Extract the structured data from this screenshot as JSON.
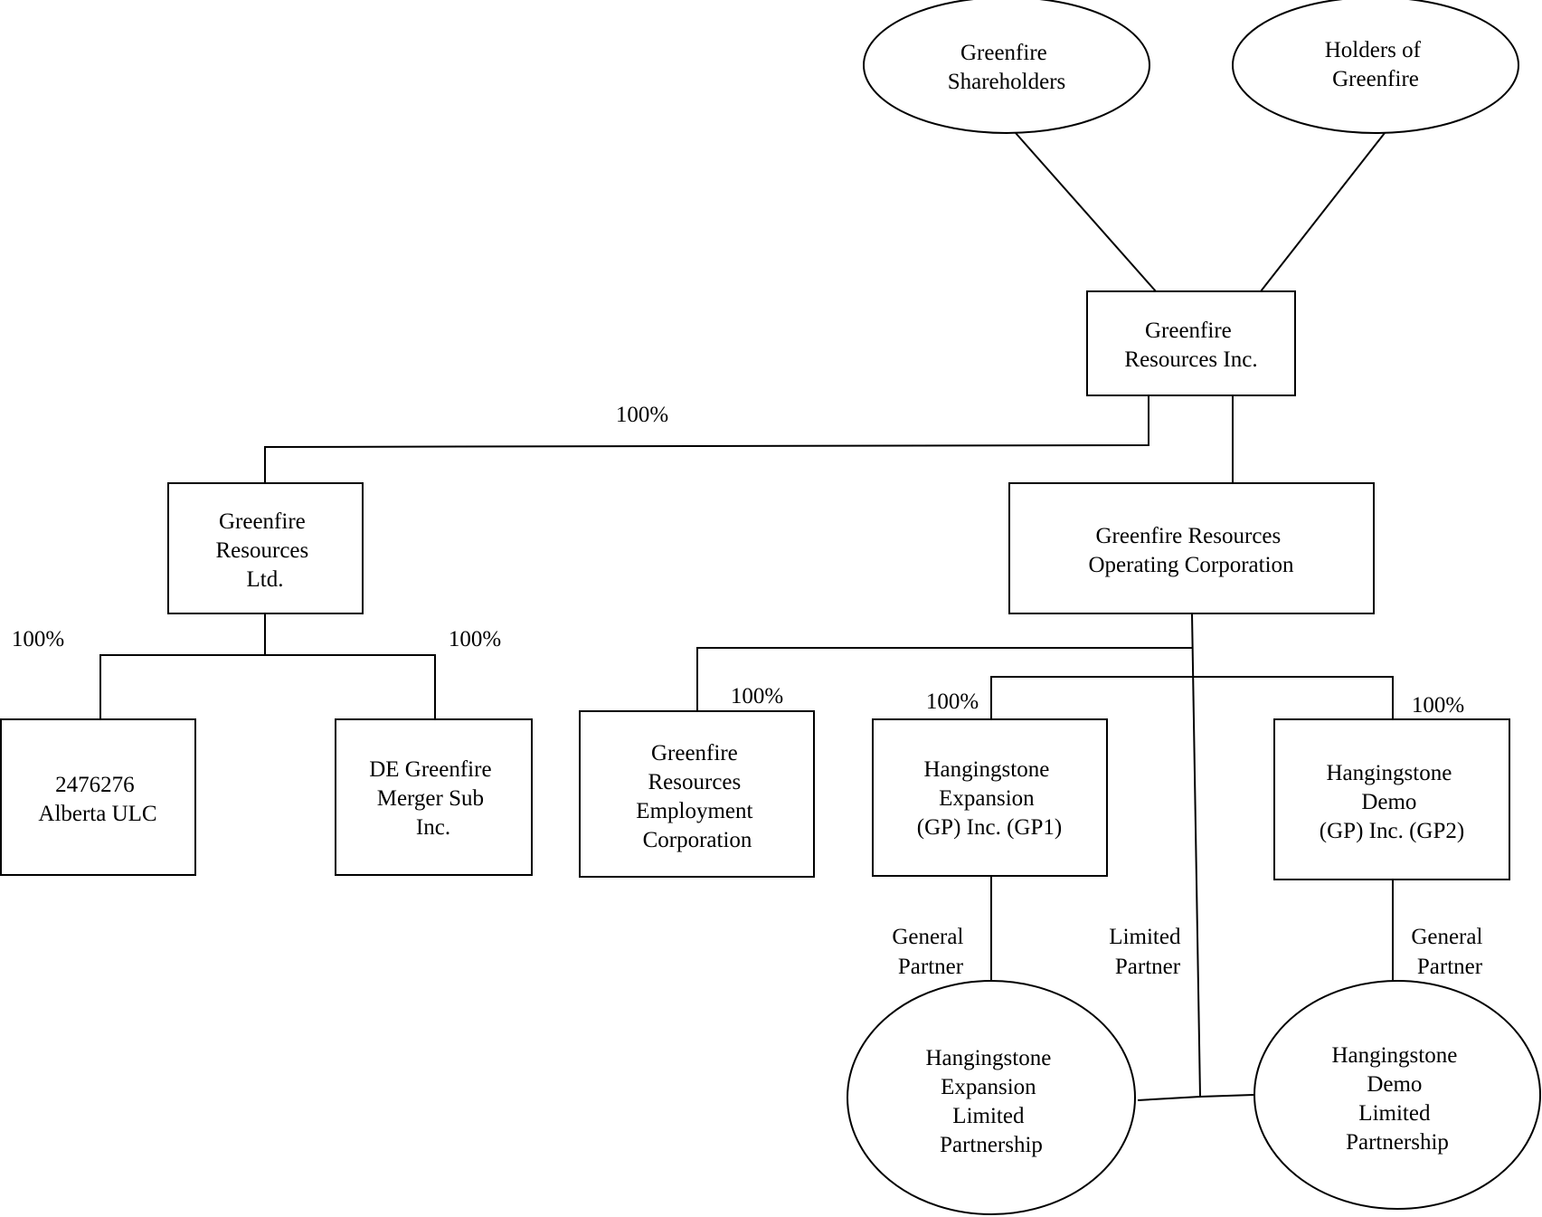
{
  "nodes": {
    "shareholders": [
      "Greenfire",
      "Shareholders"
    ],
    "holders": [
      "Holders of",
      "Greenfire"
    ],
    "gri": [
      "Greenfire",
      "Resources Inc."
    ],
    "grl": [
      "Greenfire",
      "Resources",
      "Ltd."
    ],
    "groc": [
      "Greenfire Resources",
      "Operating Corporation"
    ],
    "alberta": [
      "2476276",
      "Alberta ULC"
    ],
    "merger": [
      "DE Greenfire",
      "Merger Sub",
      "Inc."
    ],
    "employment": [
      "Greenfire",
      "Resources",
      "Employment",
      "Corporation"
    ],
    "gp1": [
      "Hangingstone",
      "Expansion",
      "(GP) Inc. (GP1)"
    ],
    "gp2": [
      "Hangingstone",
      "Demo",
      "(GP) Inc. (GP2)"
    ],
    "lp_expansion": [
      "Hangingstone",
      "Expansion",
      "Limited",
      "Partnership"
    ],
    "lp_demo": [
      "Hangingstone",
      "Demo",
      "Limited",
      "Partnership"
    ]
  },
  "edge_labels": {
    "gri_to_grl": "100%",
    "grl_to_alberta": "100%",
    "grl_to_merger": "100%",
    "groc_to_employment": "100%",
    "groc_to_gp1": "100%",
    "groc_to_gp2": "100%",
    "gp1_general_partner": [
      "General",
      "Partner"
    ],
    "limited_partner": [
      "Limited",
      "Partner"
    ],
    "gp2_general_partner": [
      "General",
      "Partner"
    ]
  }
}
